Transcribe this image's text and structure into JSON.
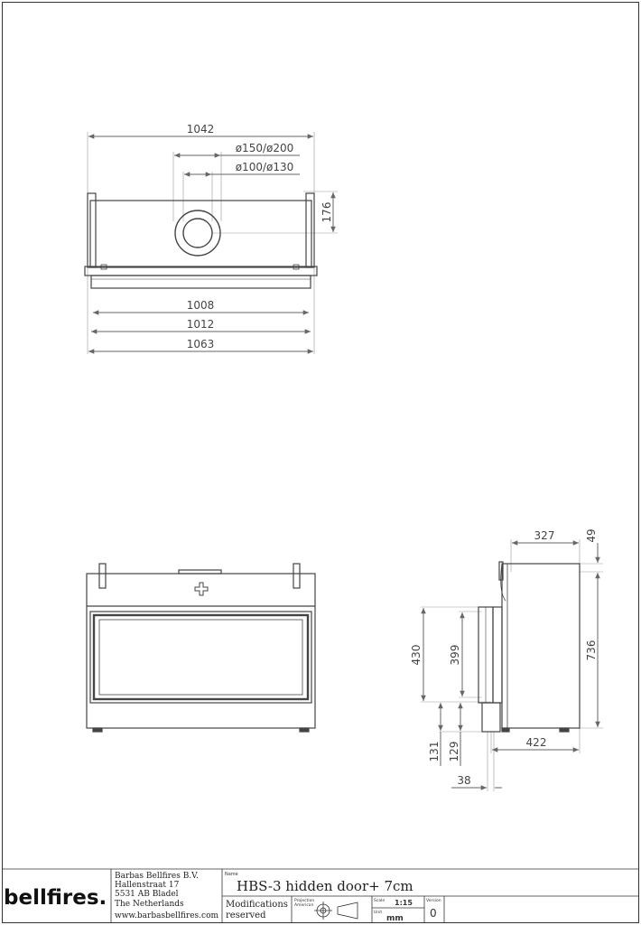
{
  "top_view": {
    "dims": {
      "overall_top": "1042",
      "flue_outer": "ø150/ø200",
      "flue_inner": "ø100/ø130",
      "flue_height": "176",
      "width_1": "1008",
      "width_2": "1012",
      "width_3": "1063"
    }
  },
  "side_view": {
    "dims": {
      "top_depth": "327",
      "top_offset": "49",
      "total_height": "736",
      "opening_height": "430",
      "glass_height": "399",
      "base_height_1": "131",
      "base_height_2": "129",
      "bottom_depth": "422",
      "door_offset": "38"
    }
  },
  "title_block": {
    "logo": "bellfires.",
    "company": {
      "name": "Barbas Bellfires B.V.",
      "street": "Hallenstraat 17",
      "city": "5531 AB Bladel",
      "country": "The Netherlands",
      "website": "www.barbasbellfires.com"
    },
    "name_label": "Name",
    "name_value": "HBS-3 hidden door+ 7cm",
    "modifications_1": "Modifications",
    "modifications_2": "reserved",
    "projection_label_1": "Projection",
    "projection_label_2": "American",
    "scale_label": "Scale",
    "scale_value": "1:15",
    "unit_label": "Unit",
    "unit_value": "mm",
    "version_label": "Version",
    "version_value": "0"
  }
}
